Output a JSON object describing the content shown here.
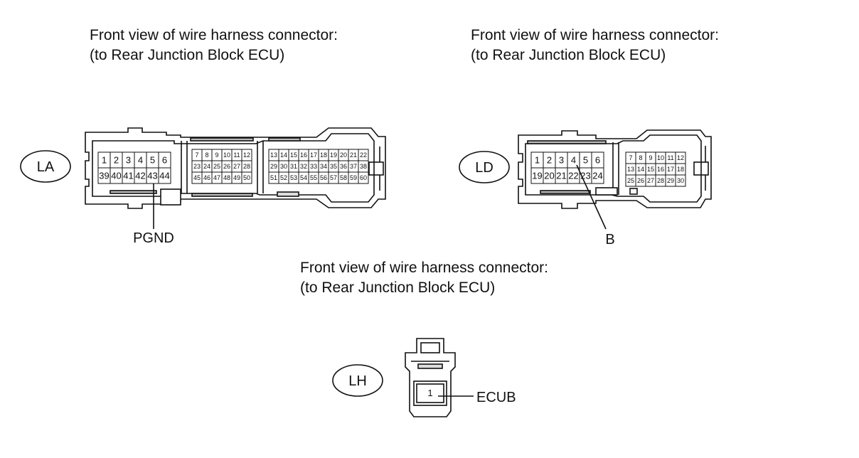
{
  "captions": [
    {
      "line1": "Front view of wire harness connector:",
      "line2": "(to Rear Junction Block ECU)"
    },
    {
      "line1": "Front view of wire harness connector:",
      "line2": "(to Rear Junction Block ECU)"
    },
    {
      "line1": "Front view of wire harness connector:",
      "line2": "(to Rear Junction Block ECU)"
    }
  ],
  "connectors": {
    "LA": {
      "id": "LA",
      "block1": [
        [
          "1",
          "2",
          "3",
          "4",
          "5",
          "6"
        ],
        [
          "39",
          "40",
          "41",
          "42",
          "43",
          "44"
        ]
      ],
      "block2": [
        [
          "7",
          "8",
          "9",
          "10",
          "11",
          "12"
        ],
        [
          "23",
          "24",
          "25",
          "26",
          "27",
          "28"
        ],
        [
          "45",
          "46",
          "47",
          "48",
          "49",
          "50"
        ]
      ],
      "block3": [
        [
          "13",
          "14",
          "15",
          "16",
          "17",
          "18",
          "19",
          "20",
          "21",
          "22"
        ],
        [
          "29",
          "30",
          "31",
          "32",
          "33",
          "34",
          "35",
          "36",
          "37",
          "38"
        ],
        [
          "51",
          "52",
          "53",
          "54",
          "55",
          "56",
          "57",
          "58",
          "59",
          "60"
        ]
      ],
      "callout": "PGND"
    },
    "LD": {
      "id": "LD",
      "block1": [
        [
          "1",
          "2",
          "3",
          "4",
          "5",
          "6"
        ],
        [
          "19",
          "20",
          "21",
          "22",
          "23",
          "24"
        ]
      ],
      "block2": [
        [
          "7",
          "8",
          "9",
          "10",
          "11",
          "12"
        ],
        [
          "13",
          "14",
          "15",
          "16",
          "17",
          "18"
        ],
        [
          "25",
          "26",
          "27",
          "28",
          "29",
          "30"
        ]
      ],
      "callout": "B"
    },
    "LH": {
      "id": "LH",
      "pin": "1",
      "callout": "ECUB"
    }
  }
}
